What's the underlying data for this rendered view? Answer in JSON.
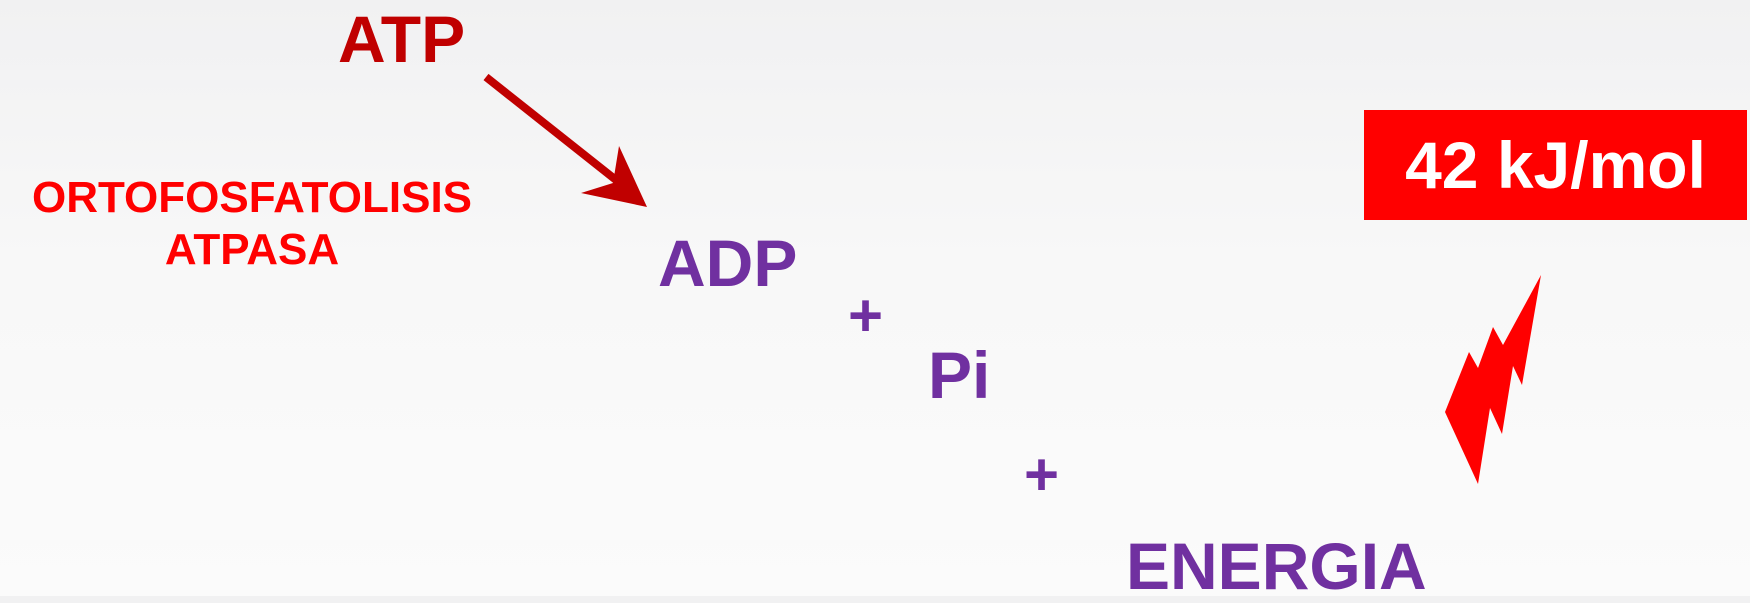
{
  "reaction": {
    "reactant": "ATP",
    "enzyme_lines": [
      "ORTOFOSFATOLISIS",
      "ATPASA"
    ],
    "product_1": "ADP",
    "plus_1": "+",
    "product_2": "Pi",
    "plus_2": "+",
    "product_3": "ENERGIA"
  },
  "energy_box": {
    "label": "42 kJ/mol"
  },
  "icons": {
    "arrow": "arrow-down-right-icon",
    "energy": "lightning-bolt-icon"
  },
  "colors": {
    "reactant": "#c00000",
    "enzyme": "#ff0000",
    "products": "#7030a0",
    "energy_box_bg": "#ff0000",
    "energy_box_text": "#ffffff",
    "lightning": "#ff0000",
    "arrow": "#c00000"
  }
}
